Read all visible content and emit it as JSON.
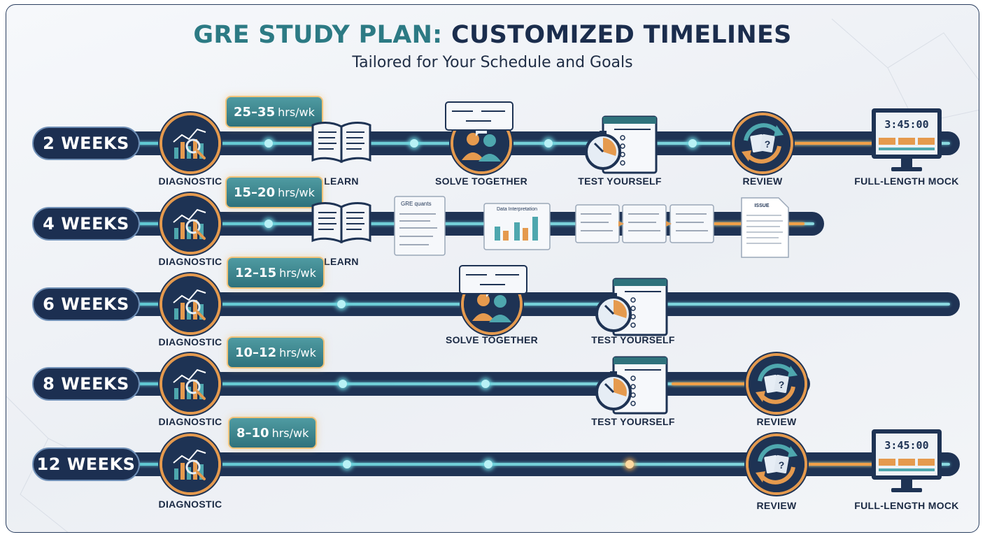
{
  "header": {
    "title_part1": "GRE STUDY PLAN:",
    "title_part2": "CUSTOMIZED TIMELINES",
    "subtitle": "Tailored for Your Schedule and Goals"
  },
  "colors": {
    "navy": "#1e3354",
    "teal": "#2c7a84",
    "orange": "#e59a4e",
    "glow_cyan": "#8ad8df"
  },
  "timer_display": "3:45:00",
  "rows": [
    {
      "duration": "2 WEEKS",
      "hours_num": "25–35",
      "hours_unit": "hrs/wk",
      "stages": {
        "diagnostic": "DIAGNOSTIC",
        "learn": "LEARN",
        "solve": "SOLVE TOGETHER",
        "test": "TEST YOURSELF",
        "review": "REVIEW",
        "mock": "FULL-LENGTH MOCK"
      }
    },
    {
      "duration": "4 WEEKS",
      "hours_num": "15–20",
      "hours_unit": "hrs/wk",
      "stages": {
        "diagnostic": "DIAGNOSTIC",
        "learn": "LEARN"
      },
      "cards": {
        "quant_title": "GRE quants",
        "data_title": "Data Interpretation",
        "issue_title": "ISSUE"
      }
    },
    {
      "duration": "6 WEEKS",
      "hours_num": "12–15",
      "hours_unit": "hrs/wk",
      "stages": {
        "diagnostic": "DIAGNOSTIC",
        "solve": "SOLVE TOGETHER",
        "test": "TEST YOURSELF"
      }
    },
    {
      "duration": "8 WEEKS",
      "hours_num": "10–12",
      "hours_unit": "hrs/wk",
      "stages": {
        "diagnostic": "DIAGNOSTIC",
        "test": "TEST YOURSELF",
        "review": "REVIEW"
      }
    },
    {
      "duration": "12 WEEKS",
      "hours_num": "8–10",
      "hours_unit": "hrs/wk",
      "stages": {
        "diagnostic": "DIAGNOSTIC",
        "review": "REVIEW",
        "mock": "FULL-LENGTH MOCK"
      }
    }
  ]
}
